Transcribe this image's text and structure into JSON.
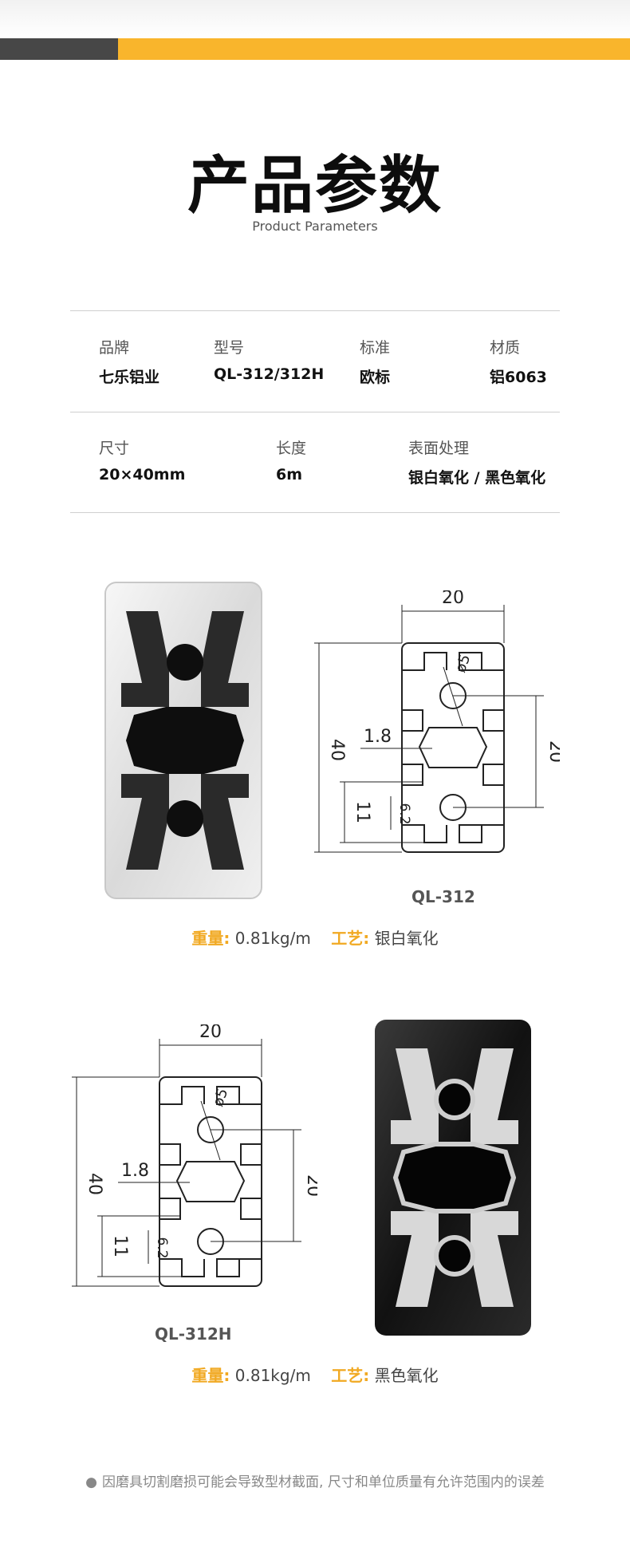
{
  "header": {
    "title": "产品参数",
    "subtitle": "Product Parameters"
  },
  "specs_row1": [
    {
      "label": "品牌",
      "value": "七乐铝业"
    },
    {
      "label": "型号",
      "value": "QL-312/312H"
    },
    {
      "label": "标准",
      "value": "欧标"
    },
    {
      "label": "材质",
      "value": "铝6063"
    }
  ],
  "specs_row2": [
    {
      "label": "尺寸",
      "value": "20×40mm"
    },
    {
      "label": "长度",
      "value": "6m"
    },
    {
      "label": "表面处理",
      "value": "银白氧化 / 黑色氧化"
    }
  ],
  "drawing_dims": {
    "width": "20",
    "height": "40",
    "hole": "ø5",
    "wall": "1.8",
    "slot_offset": "11",
    "slot_width": "6.2",
    "center_spacing": "20"
  },
  "product1": {
    "model": "QL-312",
    "weight_key": "重量:",
    "weight_value": "0.81kg/m",
    "process_key": "工艺:",
    "process_value": "银白氧化"
  },
  "product2": {
    "model": "QL-312H",
    "weight_key": "重量:",
    "weight_value": "0.81kg/m",
    "process_key": "工艺:",
    "process_value": "黑色氧化"
  },
  "footnote": "因磨具切割磨损可能会导致型材截面, 尺寸和单位质量有允许范围内的误差",
  "colors": {
    "accent": "#f9b52c",
    "dark_bar": "#474747",
    "silver": "#e6e6e6",
    "black_anodized": "#1a1a1a"
  }
}
